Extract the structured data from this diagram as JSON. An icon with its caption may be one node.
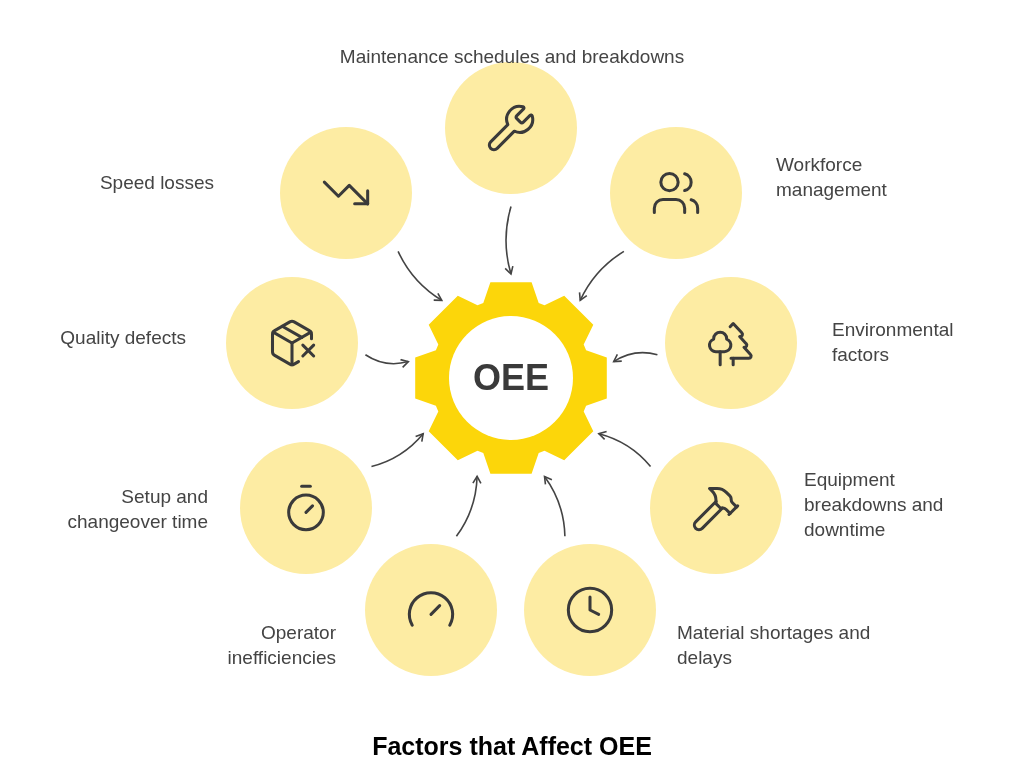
{
  "diagram": {
    "title": "Factors that Affect OEE",
    "nodes": [
      {
        "text": [
          "OEE"
        ]
      },
      {
        "text": [],
        "shape": "circle",
        "beside": [
          "Maintenance schedules and breakdowns"
        ]
      },
      {
        "text": [],
        "shape": "circle",
        "beside": [
          "Workforce management"
        ]
      },
      {
        "text": [],
        "shape": "circle",
        "beside": [
          "Speed losses"
        ]
      },
      {
        "text": [],
        "shape": "circle",
        "beside": [
          "Environmental factors"
        ]
      },
      {
        "text": [],
        "shape": "circle",
        "beside": [
          "Quality defects"
        ]
      },
      {
        "text": [],
        "shape": "circle",
        "beside": [
          "Equipment breakdowns and downtime"
        ]
      },
      {
        "text": [],
        "shape": "circle",
        "beside": [
          "Setup and changeover time"
        ]
      },
      {
        "text": [],
        "shape": "circle",
        "beside": [
          "Material shortages and delays"
        ]
      },
      {
        "text": [],
        "shape": "circle",
        "beside": [
          "Operator inefficiencies"
        ]
      }
    ],
    "edges": [
      {
        "from": 1,
        "to": 0,
        "arrow": "to"
      },
      {
        "from": 2,
        "to": 0,
        "arrow": "to"
      },
      {
        "from": 3,
        "to": 0,
        "arrow": "to"
      },
      {
        "from": 4,
        "to": 0,
        "arrow": "to"
      },
      {
        "from": 5,
        "to": 0,
        "arrow": "to"
      },
      {
        "from": 6,
        "to": 0,
        "arrow": "to"
      },
      {
        "from": 7,
        "to": 0,
        "arrow": "to"
      },
      {
        "from": 8,
        "to": 0,
        "arrow": "to"
      },
      {
        "from": 9,
        "to": 0,
        "arrow": "to"
      }
    ]
  }
}
